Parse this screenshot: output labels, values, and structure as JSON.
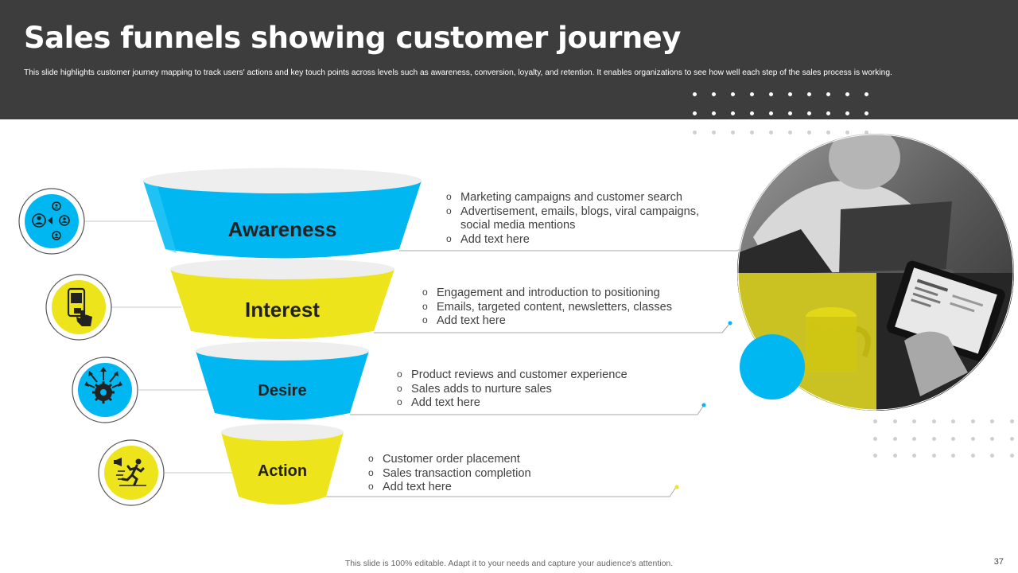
{
  "header": {
    "title": "Sales funnels showing customer journey",
    "subtitle": "This slide highlights customer journey mapping to track users' actions and key touch points across levels such as awareness, conversion, loyalty, and retention. It enables organizations to see how well each step of the sales process is working."
  },
  "colors": {
    "header_bg": "#3d3d3d",
    "accent_blue": "#00b7f1",
    "accent_yellow": "#ede41b",
    "funnel_rim": "#eeeeee"
  },
  "stages": [
    {
      "label": "Awareness",
      "color": "#00b7f1",
      "icon": "audience-network-icon",
      "bullets": [
        "Marketing campaigns and customer search",
        "Advertisement, emails, blogs, viral campaigns, social media mentions",
        "Add text here"
      ]
    },
    {
      "label": "Interest",
      "color": "#ede41b",
      "icon": "mobile-tap-icon",
      "bullets": [
        "Engagement and introduction to positioning",
        "Emails, targeted content, newsletters, classes",
        "Add text here"
      ]
    },
    {
      "label": "Desire",
      "color": "#00b7f1",
      "icon": "gear-head-arrows-icon",
      "bullets": [
        "Product reviews and customer experience",
        "Sales adds to nurture sales",
        "Add text here"
      ]
    },
    {
      "label": "Action",
      "color": "#ede41b",
      "icon": "running-person-megaphone-icon",
      "bullets": [
        "Customer order placement",
        "Sales transaction completion",
        "Add text here"
      ]
    }
  ],
  "footer": {
    "note": "This slide is 100% editable. Adapt it to your needs and capture your audience's attention.",
    "page_number": "37"
  }
}
